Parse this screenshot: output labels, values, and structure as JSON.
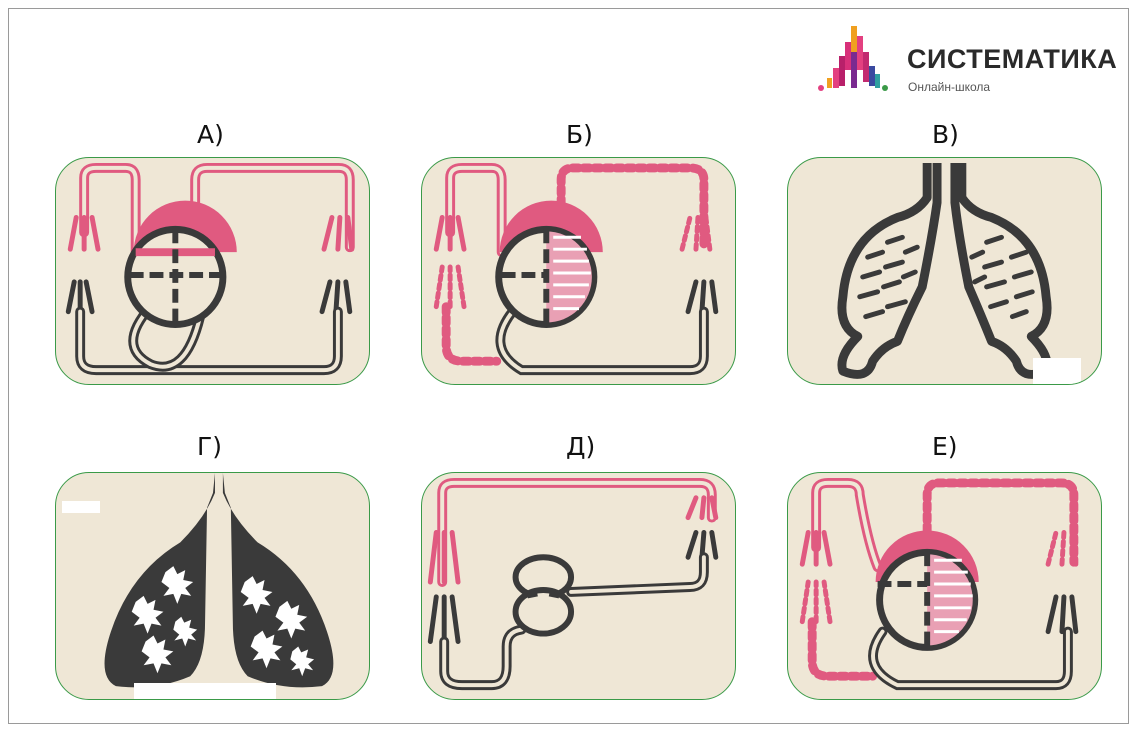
{
  "brand": {
    "name": "СИСТЕМАТИКА",
    "subtitle": "Онлайн-школа"
  },
  "panels": [
    {
      "label": "А)"
    },
    {
      "label": "Б)"
    },
    {
      "label": "В)"
    },
    {
      "label": "Г)"
    },
    {
      "label": "Д)"
    },
    {
      "label": "Е)"
    }
  ],
  "colors": {
    "oxygenated": "#e05a80",
    "deoxygenated": "#3a3a3a",
    "panel_border": "#3a9a48",
    "background": "#efe7d6"
  }
}
